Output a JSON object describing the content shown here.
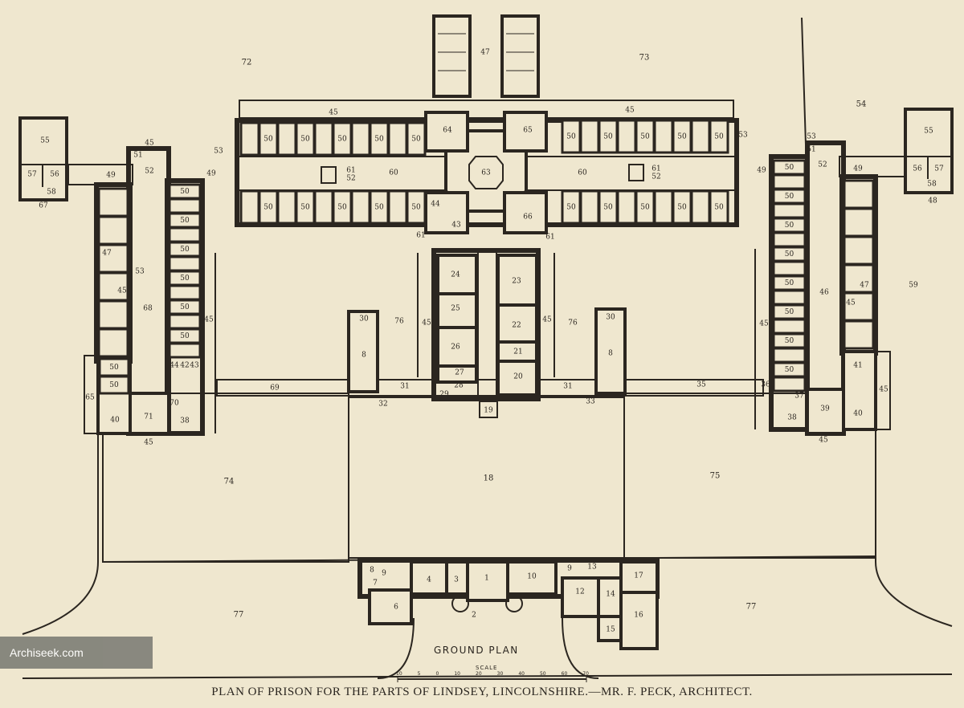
{
  "caption": "PLAN OF PRISON FOR THE PARTS OF LINDSEY, LINCOLNSHIRE.—MR. F. PECK, ARCHITECT.",
  "ground_plan_title": "GROUND PLAN",
  "scale_label": "SCALE",
  "scale_ticks": [
    "10",
    "5",
    "0",
    "10",
    "20",
    "30",
    "40",
    "50",
    "60",
    "70"
  ],
  "watermark": "Archiseek.com",
  "room_labels": {
    "a1": "1",
    "a2": "2",
    "a3": "3",
    "a4": "4",
    "a6": "6",
    "a7": "7",
    "a8": "8",
    "a9": "9",
    "a10": "10",
    "a12": "12",
    "a13": "13",
    "a14": "14",
    "a15": "15",
    "a16": "16",
    "a17": "17",
    "a18": "18",
    "a19": "19",
    "a20": "20",
    "a21": "21",
    "a22": "22",
    "a23": "23",
    "a24": "24",
    "a25": "25",
    "a26": "26",
    "a27": "27",
    "a28": "28",
    "a29": "29",
    "a30": "30",
    "a31": "31",
    "a32": "32",
    "a33": "33",
    "a35": "35",
    "a36": "36",
    "a37": "37",
    "a38": "38",
    "a39": "39",
    "a40": "40",
    "a41": "41",
    "a42": "42",
    "a43": "43",
    "a44": "44",
    "a45": "45",
    "a46": "46",
    "a47": "47",
    "a48": "48",
    "a49": "49",
    "a50": "50",
    "a51": "51",
    "a52": "52",
    "a53": "53",
    "a54": "54",
    "a55": "55",
    "a56": "56",
    "a57": "57",
    "a58": "58",
    "a59": "59",
    "a60": "60",
    "a61": "61",
    "a63": "63",
    "a64": "64",
    "a65": "65",
    "a66": "66",
    "a67": "67",
    "a68": "68",
    "a69": "69",
    "a70": "70",
    "a71": "71",
    "a72": "72",
    "a73": "73",
    "a74": "74",
    "a75": "75",
    "a76": "76",
    "a77": "77"
  }
}
